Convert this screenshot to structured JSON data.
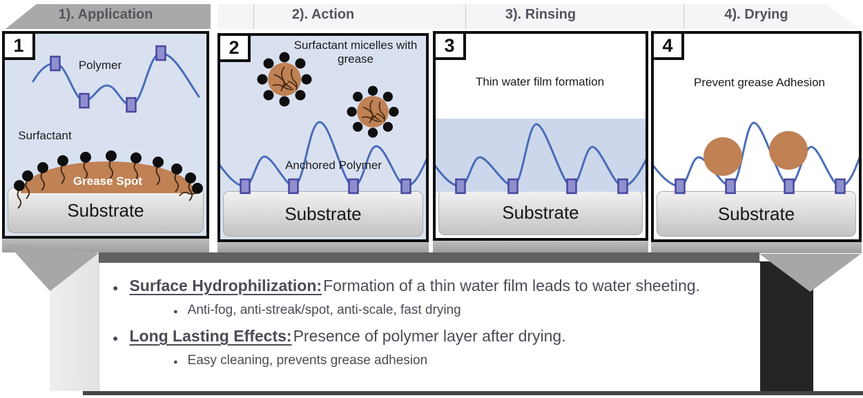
{
  "stages": [
    {
      "header": "1). Application",
      "number": "1",
      "substrate_label": "Substrate",
      "labels": {
        "polymer": "Polymer",
        "surfactant": "Surfactant",
        "grease_spot": "Grease Spot"
      }
    },
    {
      "header": "2). Action",
      "number": "2",
      "substrate_label": "Substrate",
      "labels": {
        "caption": "Surfactant micelles with grease",
        "anchored_polymer": "Anchored Polymer"
      }
    },
    {
      "header": "3). Rinsing",
      "number": "3",
      "substrate_label": "Substrate",
      "labels": {
        "caption": "Thin water film formation"
      }
    },
    {
      "header": "4). Drying",
      "number": "4",
      "substrate_label": "Substrate",
      "labels": {
        "caption": "Prevent grease Adhesion"
      }
    }
  ],
  "notes": {
    "bullets": [
      {
        "title": "Surface Hydrophilization:",
        "text": "Formation of a thin water film leads to water sheeting.",
        "sub": "Anti-fog, anti-streak/spot, anti-scale, fast drying"
      },
      {
        "title": "Long Lasting Effects:",
        "text": "Presence of polymer layer after drying.",
        "sub": "Easy cleaning, prevents grease adhesion"
      }
    ]
  },
  "colors": {
    "panel_blue": "#d9e1f1",
    "water_film": "#ccd7eb",
    "polymer_line": "#4a6cb8",
    "anchor_fill": "#8f8fce",
    "anchor_stroke": "#4747a0",
    "grease": "#c08154",
    "banner_dark": "#a9a9a9",
    "banner_light": "#f5f4f6",
    "notes_text": "#4b4b57",
    "shadow_gray": "#a7a7a7",
    "shadow_black": "#242424"
  }
}
